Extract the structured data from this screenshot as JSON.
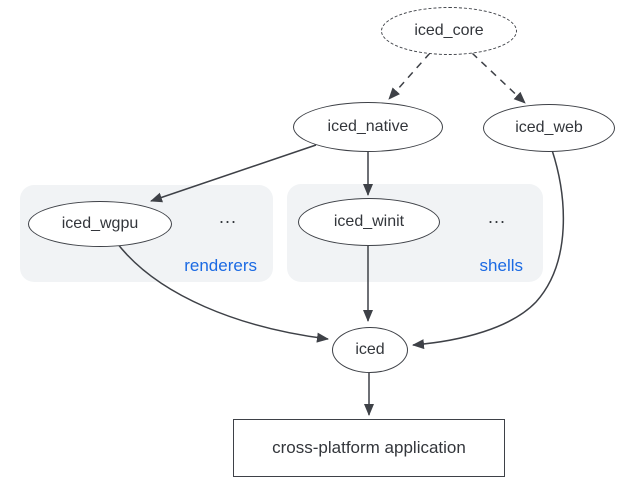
{
  "diagram": {
    "nodes": {
      "core": {
        "label": "iced_core",
        "shape": "ellipse-dashed"
      },
      "native": {
        "label": "iced_native",
        "shape": "ellipse"
      },
      "web": {
        "label": "iced_web",
        "shape": "ellipse"
      },
      "wgpu": {
        "label": "iced_wgpu",
        "shape": "ellipse"
      },
      "winit": {
        "label": "iced_winit",
        "shape": "ellipse"
      },
      "iced": {
        "label": "iced",
        "shape": "ellipse"
      },
      "app": {
        "label": "cross-platform application",
        "shape": "rect"
      }
    },
    "groups": {
      "renderers": {
        "label": "renderers",
        "ellipsis": "..."
      },
      "shells": {
        "label": "shells",
        "ellipsis": "..."
      }
    },
    "edges": [
      {
        "from": "iced_core",
        "to": "iced_native",
        "style": "dashed"
      },
      {
        "from": "iced_core",
        "to": "iced_web",
        "style": "dashed"
      },
      {
        "from": "iced_native",
        "to": "iced_wgpu",
        "style": "solid"
      },
      {
        "from": "iced_native",
        "to": "iced_winit",
        "style": "solid"
      },
      {
        "from": "iced_wgpu",
        "to": "iced",
        "style": "solid"
      },
      {
        "from": "iced_winit",
        "to": "iced",
        "style": "solid"
      },
      {
        "from": "iced_web",
        "to": "iced",
        "style": "solid"
      },
      {
        "from": "iced",
        "to": "cross-platform application",
        "style": "solid"
      }
    ],
    "colors": {
      "node_stroke": "#3e4147",
      "text": "#33363b",
      "group_background": "#f1f3f5",
      "group_label_blue": "#1b6ae3",
      "canvas_background": "#ffffff"
    }
  }
}
